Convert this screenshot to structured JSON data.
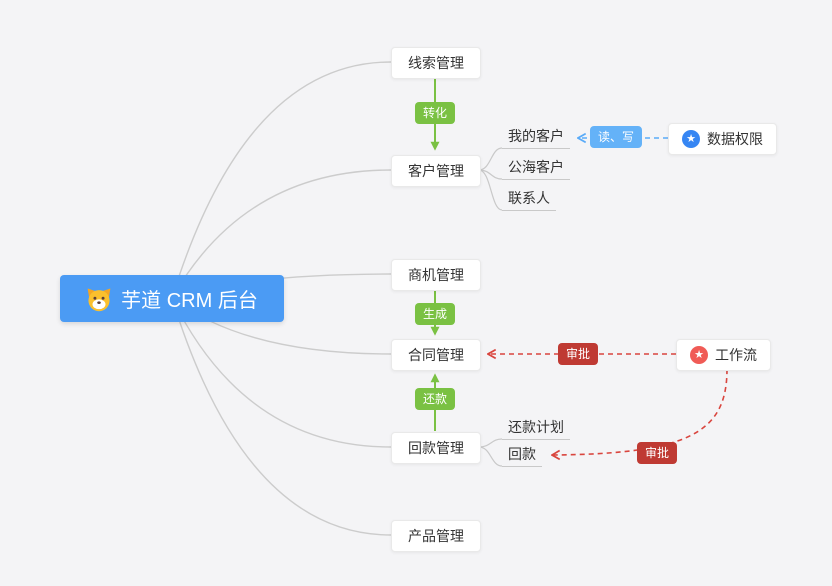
{
  "root": {
    "label": "芋道 CRM 后台"
  },
  "nodes": [
    {
      "label": "线索管理"
    },
    {
      "label": "客户管理"
    },
    {
      "label": "商机管理"
    },
    {
      "label": "合同管理"
    },
    {
      "label": "回款管理"
    },
    {
      "label": "产品管理"
    }
  ],
  "customer_children": [
    {
      "label": "我的客户"
    },
    {
      "label": "公海客户"
    },
    {
      "label": "联系人"
    }
  ],
  "receivable_children": [
    {
      "label": "还款计划"
    },
    {
      "label": "回款"
    }
  ],
  "side_nodes": [
    {
      "label": "数据权限"
    },
    {
      "label": "工作流"
    }
  ],
  "edges": {
    "convert": "转化",
    "generate": "生成",
    "repay": "还款",
    "read_write": "读、写",
    "approve_contract": "审批",
    "approve_receivable": "审批"
  },
  "icons": {
    "star": "★"
  },
  "colors": {
    "root_bg": "#4b9bf4",
    "green": "#7ac143",
    "blue_badge": "#64b2f8",
    "blue_line": "#5aabf8",
    "red_badge": "#bf3a33",
    "red_line": "#d9453e",
    "wire_gray": "#cccccc",
    "background": "#f4f4f6"
  }
}
